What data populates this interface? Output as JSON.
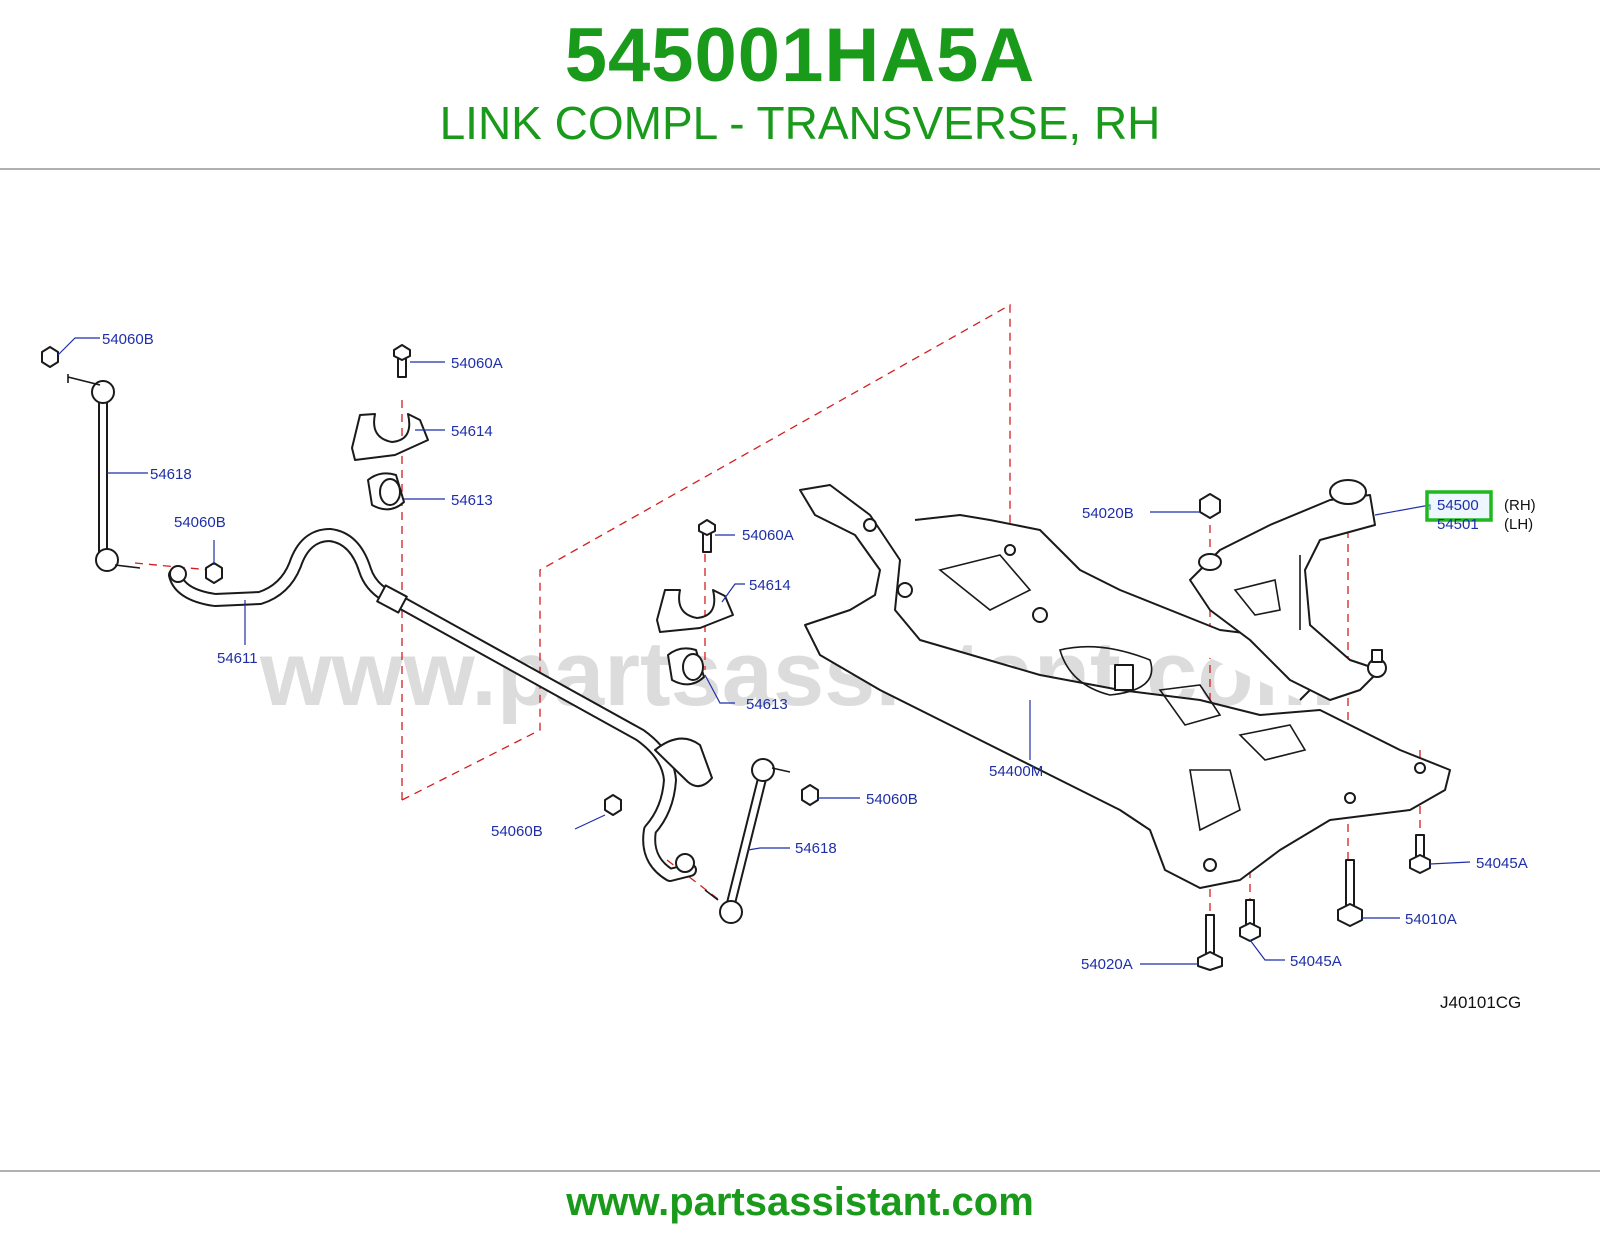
{
  "header": {
    "part_number": "545001HA5A",
    "part_name": "LINK COMPL - TRANSVERSE, RH"
  },
  "diagram": {
    "watermark": "www.partsassistant.com",
    "diagram_code": "J40101CG",
    "highlight_color": "#1fb81f",
    "callouts": {
      "c54060B_top": "54060B",
      "c54060A_top": "54060A",
      "c54614_top": "54614",
      "c54613_top": "54613",
      "c54618_top": "54618",
      "c54060B_mid": "54060B",
      "c54611": "54611",
      "c54060A_mid": "54060A",
      "c54614_mid": "54614",
      "c54613_mid": "54613",
      "c54020B": "54020B",
      "c54500": "54500",
      "c54501": "54501",
      "c54400M": "54400M",
      "c54060B_right": "54060B",
      "c54060B_bottom": "54060B",
      "c54618_bottom": "54618",
      "c54045A_right": "54045A",
      "c54010A": "54010A",
      "c54020A": "54020A",
      "c54045A_bottom": "54045A"
    },
    "side_labels": {
      "rh": "(RH)",
      "lh": "(LH)"
    }
  },
  "footer": {
    "url": "www.partsassistant.com"
  }
}
